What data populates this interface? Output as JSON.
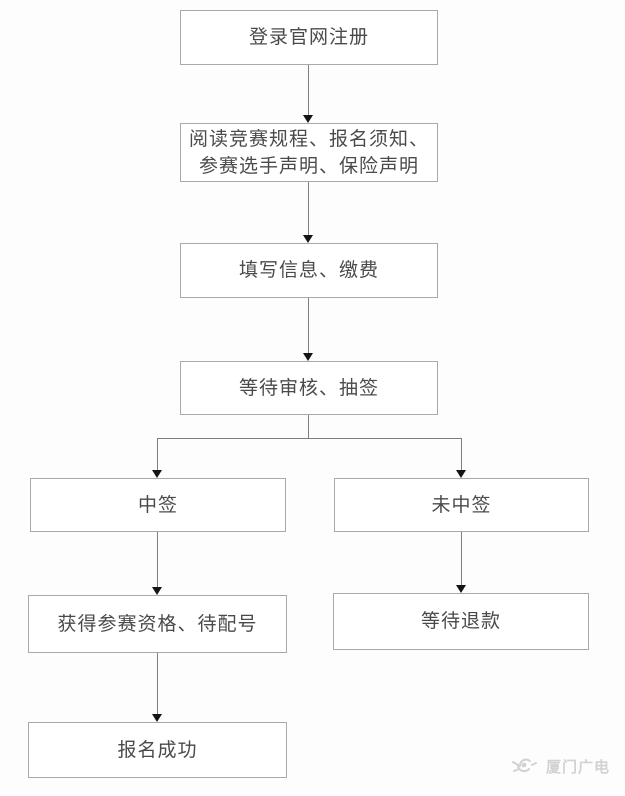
{
  "flowchart": {
    "title": "race-registration-process",
    "nodes": [
      {
        "id": "register",
        "label": "登录官网注册"
      },
      {
        "id": "read-rules",
        "label": "阅读竞赛规程、报名须知、\n参赛选手声明、保险声明"
      },
      {
        "id": "fill-info",
        "label": "填写信息、缴费"
      },
      {
        "id": "wait-review",
        "label": "等待审核、抽签"
      },
      {
        "id": "selected",
        "label": "中签"
      },
      {
        "id": "not-selected",
        "label": "未中签"
      },
      {
        "id": "qualified",
        "label": "获得参赛资格、待配号"
      },
      {
        "id": "wait-refund",
        "label": "等待退款"
      },
      {
        "id": "success",
        "label": "报名成功"
      }
    ],
    "edges": [
      {
        "from": "register",
        "to": "read-rules"
      },
      {
        "from": "read-rules",
        "to": "fill-info"
      },
      {
        "from": "fill-info",
        "to": "wait-review"
      },
      {
        "from": "wait-review",
        "to": "selected"
      },
      {
        "from": "wait-review",
        "to": "not-selected"
      },
      {
        "from": "selected",
        "to": "qualified"
      },
      {
        "from": "not-selected",
        "to": "wait-refund"
      },
      {
        "from": "qualified",
        "to": "success"
      }
    ]
  },
  "watermark": {
    "label": "厦门广电",
    "icon": "xiamen-media-logo"
  },
  "colors": {
    "background": "#fdfdfd",
    "box_fill": "#ffffff",
    "box_border": "#a9a9a9",
    "text": "#4a4a4a",
    "line": "#7f7f7f",
    "arrowhead": "#141414",
    "watermark": "#d2d2d2"
  }
}
